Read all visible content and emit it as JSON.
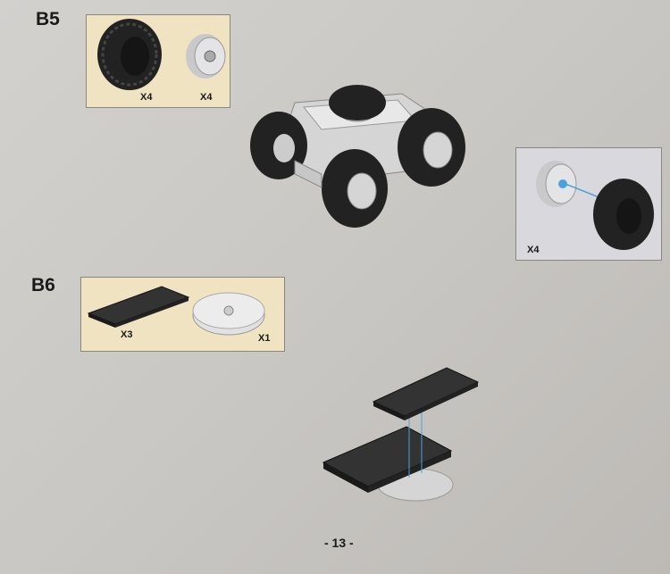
{
  "steps": [
    {
      "label": "B5",
      "parts": [
        {
          "name": "tire",
          "qty": "X4"
        },
        {
          "name": "rim",
          "qty": "X4"
        }
      ],
      "subassembly_qty": "X4"
    },
    {
      "label": "B6",
      "parts": [
        {
          "name": "plate-2x6",
          "qty": "X3"
        },
        {
          "name": "round-plate-4x4",
          "qty": "X1"
        }
      ]
    }
  ],
  "page_number": "- 13 -",
  "colors": {
    "parts_box": "#efe3c2",
    "subassembly_box": "#d9d9dd",
    "brick_dark": "#2a2a2a",
    "brick_light": "#d4d3d3",
    "guide_line": "#4aa3d8"
  }
}
